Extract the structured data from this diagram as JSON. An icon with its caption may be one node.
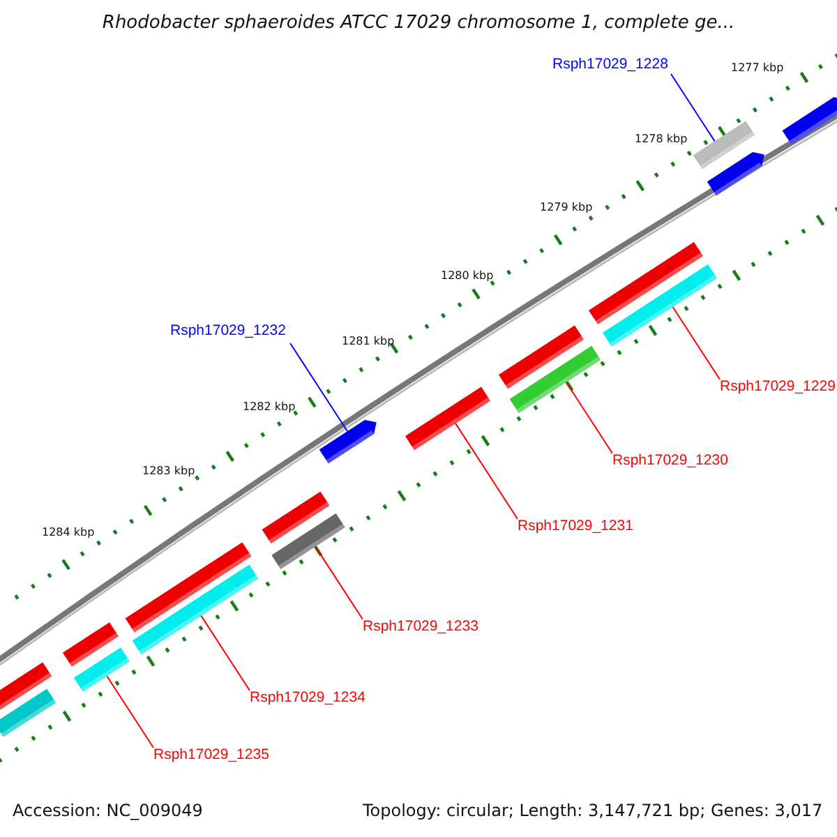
{
  "diagram": {
    "title": "Rhodobacter sphaeroides ATCC 17029 chromosome 1, complete ge...",
    "nodes": [
      {
        "text": [
          "Rsph17029_1228"
        ]
      },
      {
        "text": [
          "Rsph17029_1232"
        ]
      },
      {
        "text": [
          "Rsph17029_1229"
        ]
      },
      {
        "text": [
          "Rsph17029_1230"
        ]
      },
      {
        "text": [
          "Rsph17029_1231"
        ]
      },
      {
        "text": [
          "Rsph17029_1233"
        ]
      },
      {
        "text": [
          "Rsph17029_1234"
        ]
      },
      {
        "text": [
          "Rsph17029_1235"
        ]
      },
      {
        "text": [],
        "shape": "bar"
      },
      {
        "text": [],
        "shape": "arrow"
      },
      {
        "text": [],
        "shape": "bar"
      },
      {
        "text": [],
        "shape": "bar"
      },
      {
        "text": [],
        "shape": "bar"
      },
      {
        "text": [],
        "shape": "bar"
      },
      {
        "text": [],
        "shape": "bar"
      },
      {
        "text": [],
        "shape": "bar"
      },
      {
        "text": [],
        "shape": "bar"
      },
      {
        "text": [],
        "shape": "bar"
      },
      {
        "text": [],
        "shape": "bar"
      },
      {
        "text": [],
        "shape": "bar"
      },
      {
        "text": [],
        "shape": "bar"
      },
      {
        "text": [],
        "shape": "bar"
      },
      {
        "text": [],
        "shape": "bar"
      },
      {
        "text": [],
        "shape": "arrow"
      },
      {
        "text": [],
        "shape": "arrow"
      }
    ],
    "edges": [
      {
        "from": 0,
        "to": 8,
        "arrow": "none",
        "color": "#0000ff"
      },
      {
        "from": 1,
        "to": 9,
        "arrow": "none",
        "color": "#0000ff"
      },
      {
        "from": 2,
        "to": 10,
        "arrow": "none"
      },
      {
        "from": 3,
        "to": 11,
        "arrow": "none"
      },
      {
        "from": 4,
        "to": 12,
        "arrow": "none"
      },
      {
        "from": 5,
        "to": 13,
        "arrow": "none"
      },
      {
        "from": 6,
        "to": 14,
        "arrow": "none"
      },
      {
        "from": 7,
        "to": 15,
        "arrow": "none"
      }
    ],
    "labels": [
      "1277 kbp",
      "1278 kbp",
      "1279 kbp",
      "1280 kbp",
      "1281 kbp",
      "1282 kbp",
      "1283 kbp",
      "1284 kbp",
      "Accession: NC_009049",
      "Topology: circular; Length: 3,147,721 bp; Genes: 3,017"
    ]
  }
}
